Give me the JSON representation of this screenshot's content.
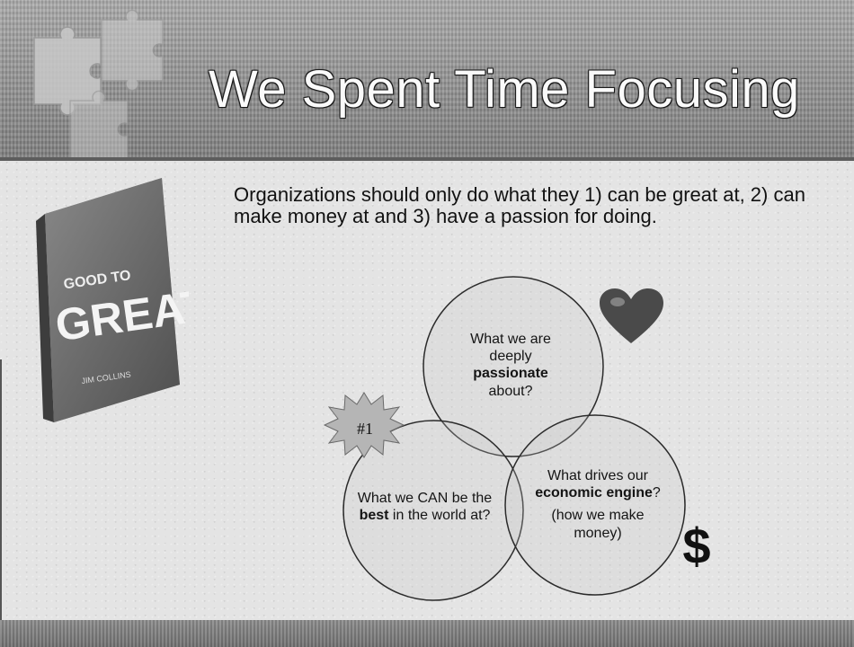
{
  "header": {
    "title": "We Spent Time Focusing"
  },
  "intro": "Organizations should only do what they 1) can be great at, 2) can make money at and 3) have a passion for doing.",
  "book": {
    "cover_title": "GOOD TO GREAT",
    "author": "JIM COLLINS"
  },
  "venn": {
    "top": {
      "pre": "What we are deeply",
      "bold": "passionate",
      "post": "about?"
    },
    "left": {
      "pre": "What we CAN be the",
      "bold": "best",
      "post": "in the world at?"
    },
    "right": {
      "pre": "What drives our",
      "bold": "economic engine",
      "post": "?",
      "sub": "(how we make money)"
    }
  },
  "badge": "#1",
  "dollar": "$",
  "colors": {
    "header_bg": "#8e8e8e",
    "title_text": "#fafafa",
    "heart": "#4a4a4a"
  },
  "icons": [
    "puzzle-pieces-icon",
    "book-cover-image",
    "heart-icon",
    "star-burst-icon",
    "dollar-sign-icon"
  ]
}
